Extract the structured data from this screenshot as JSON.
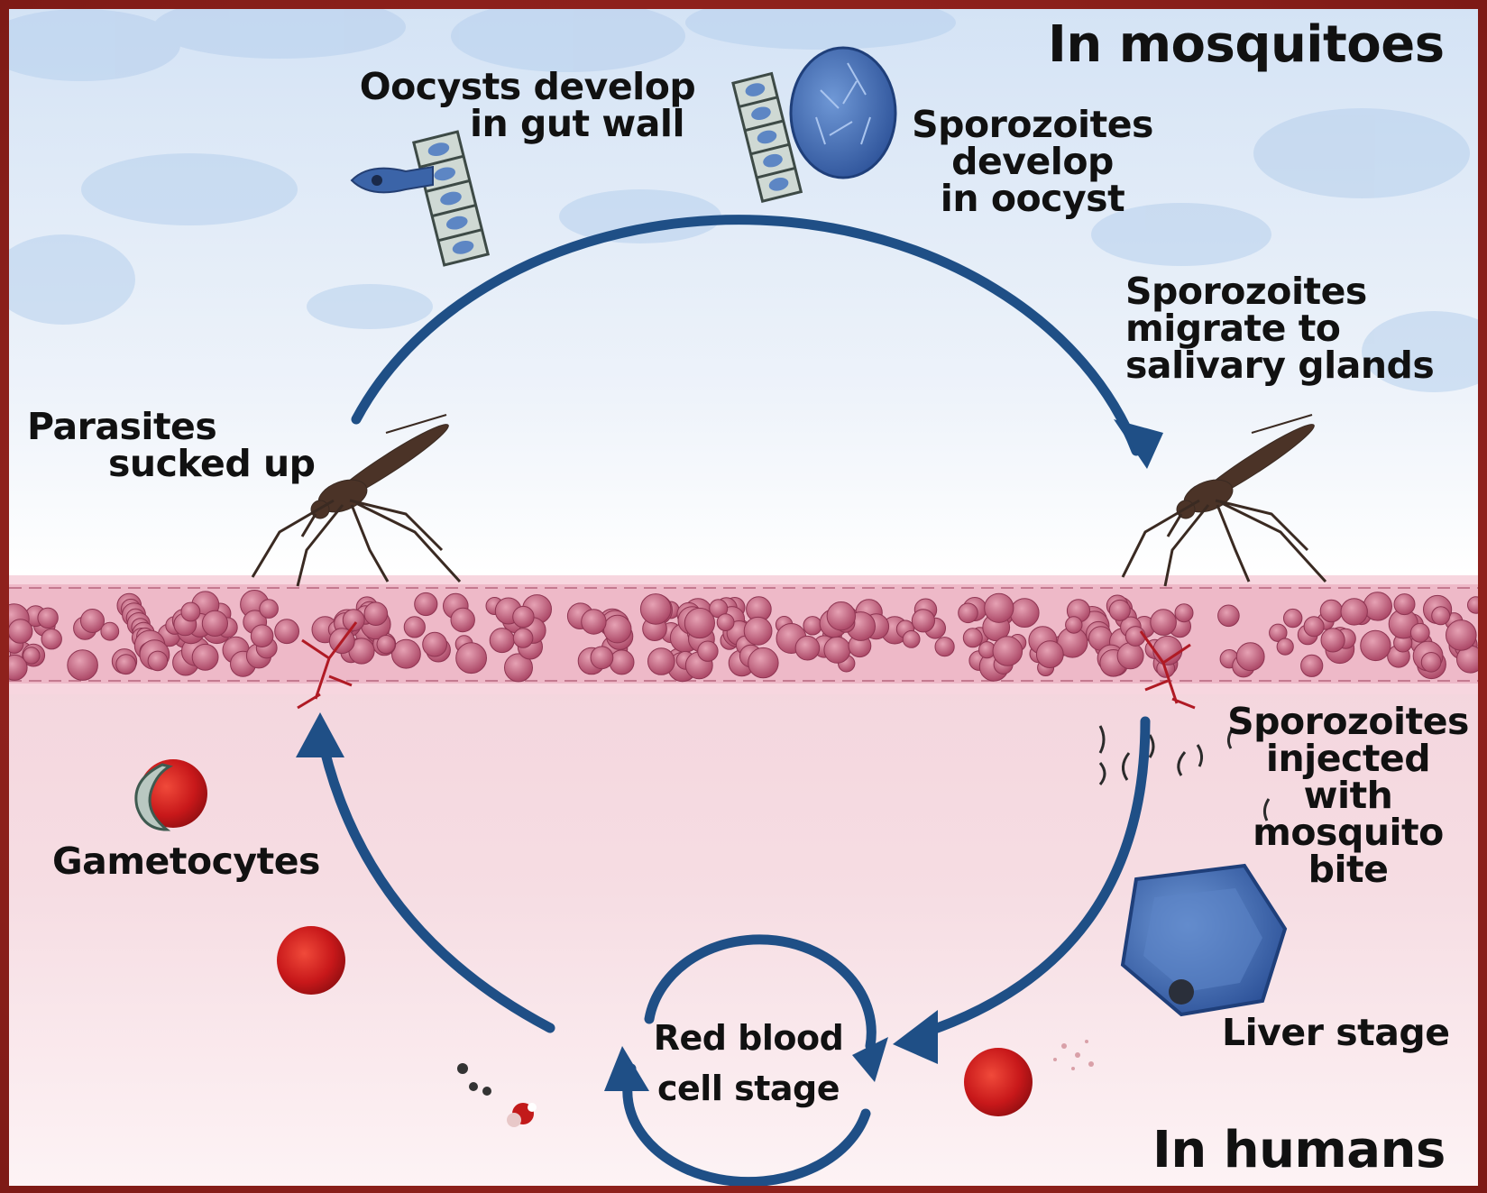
{
  "title_top": "In mosquitoes",
  "title_bottom": "In humans",
  "labels": {
    "oocysts": [
      "Oocysts develop",
      "in gut wall"
    ],
    "sporozoites_oocyst": [
      "Sporozoites",
      "develop",
      "in oocyst"
    ],
    "sporozoites_migrate": [
      "Sporozoites",
      "migrate to",
      "salivary glands"
    ],
    "parasites": [
      "Parasites",
      "sucked up"
    ],
    "sporozoites_injected": [
      "Sporozoites",
      "injected",
      "with",
      "mosquito",
      "bite"
    ],
    "gametocytes": "Gametocytes",
    "liver": "Liver stage",
    "rbc_stage": [
      "Red blood",
      "cell stage"
    ]
  },
  "colors": {
    "arrow": "#1f4f86",
    "vessel": "#e9b6c6",
    "cell": "#b8546e",
    "rbc": "#c21a1a",
    "sky": "#c9dcf2"
  },
  "icons": [
    "mosquito-left",
    "mosquito-right",
    "oocyst",
    "sporozoite-cell",
    "liver-cell",
    "gametocyte",
    "red-blood-cell"
  ]
}
